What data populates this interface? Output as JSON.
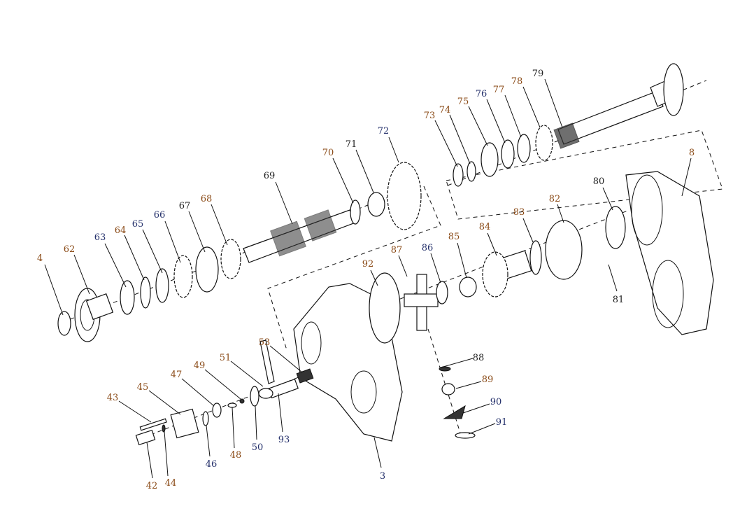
{
  "diagram": {
    "type": "exploded-parts-diagram",
    "colors": {
      "brown": "#8a4a16",
      "navy": "#24306b",
      "dark": "#222222"
    },
    "labels": [
      {
        "text": "4",
        "color": "brown"
      },
      {
        "text": "62",
        "color": "brown"
      },
      {
        "text": "63",
        "color": "navy"
      },
      {
        "text": "64",
        "color": "brown"
      },
      {
        "text": "65",
        "color": "navy"
      },
      {
        "text": "66",
        "color": "navy"
      },
      {
        "text": "67",
        "color": "dark"
      },
      {
        "text": "68",
        "color": "brown"
      },
      {
        "text": "69",
        "color": "dark"
      },
      {
        "text": "70",
        "color": "brown"
      },
      {
        "text": "71",
        "color": "dark"
      },
      {
        "text": "72",
        "color": "navy"
      },
      {
        "text": "73",
        "color": "brown"
      },
      {
        "text": "74",
        "color": "brown"
      },
      {
        "text": "75",
        "color": "brown"
      },
      {
        "text": "76",
        "color": "navy"
      },
      {
        "text": "77",
        "color": "brown"
      },
      {
        "text": "78",
        "color": "brown"
      },
      {
        "text": "79",
        "color": "dark"
      },
      {
        "text": "8",
        "color": "brown"
      },
      {
        "text": "80",
        "color": "dark"
      },
      {
        "text": "81",
        "color": "dark"
      },
      {
        "text": "82",
        "color": "brown"
      },
      {
        "text": "83",
        "color": "brown"
      },
      {
        "text": "84",
        "color": "brown"
      },
      {
        "text": "85",
        "color": "brown"
      },
      {
        "text": "86",
        "color": "navy"
      },
      {
        "text": "87",
        "color": "brown"
      },
      {
        "text": "92",
        "color": "brown"
      },
      {
        "text": "53",
        "color": "brown"
      },
      {
        "text": "51",
        "color": "brown"
      },
      {
        "text": "49",
        "color": "brown"
      },
      {
        "text": "47",
        "color": "brown"
      },
      {
        "text": "45",
        "color": "brown"
      },
      {
        "text": "43",
        "color": "brown"
      },
      {
        "text": "42",
        "color": "brown"
      },
      {
        "text": "44",
        "color": "brown"
      },
      {
        "text": "46",
        "color": "navy"
      },
      {
        "text": "48",
        "color": "brown"
      },
      {
        "text": "50",
        "color": "navy"
      },
      {
        "text": "93",
        "color": "navy"
      },
      {
        "text": "3",
        "color": "navy"
      },
      {
        "text": "88",
        "color": "dark"
      },
      {
        "text": "89",
        "color": "brown"
      },
      {
        "text": "90",
        "color": "navy"
      },
      {
        "text": "91",
        "color": "navy"
      }
    ]
  }
}
